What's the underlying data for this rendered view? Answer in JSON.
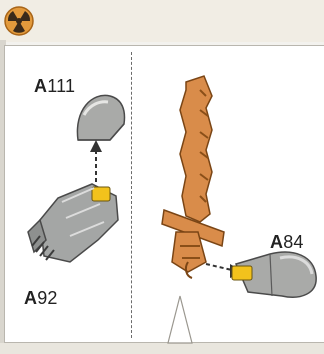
{
  "panel": {
    "left_parts": [
      {
        "prefix": "A",
        "number": "111"
      },
      {
        "prefix": "A",
        "number": "92"
      }
    ],
    "right_parts": [
      {
        "prefix": "A",
        "number": "84"
      }
    ]
  },
  "colors": {
    "plastic_grey": "#a9aaa8",
    "weapon_orange": "#d98c4a",
    "accent_yellow": "#f2c21c",
    "badge_orange": "#e39a3c"
  }
}
